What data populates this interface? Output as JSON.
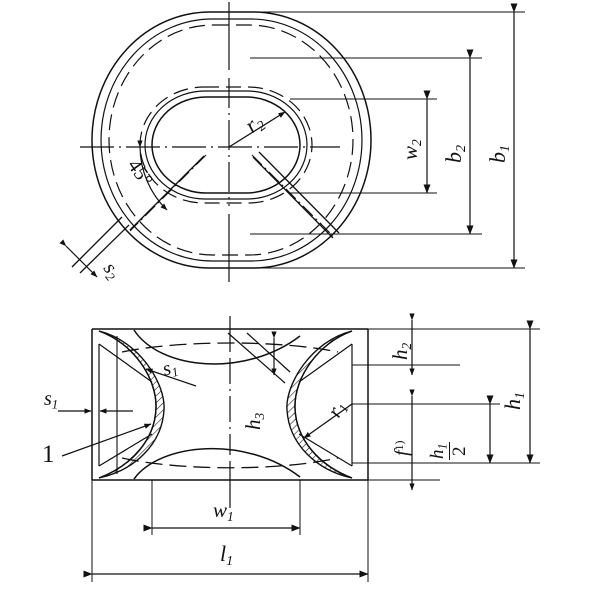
{
  "drawing": {
    "title": "Chain fairlead / thimble — technical dimension drawing",
    "background_color": "#ffffff",
    "line_color": "#111111",
    "views": [
      {
        "name": "top-view",
        "description": "plan view, stadium-shaped outer body with oval bore"
      },
      {
        "name": "section-view",
        "description": "front sectional view with hatched wall"
      }
    ]
  },
  "top_view": {
    "labels": {
      "r2": {
        "base": "r",
        "sub": "2"
      },
      "angle_45": "45°",
      "s2": {
        "base": "s",
        "sub": "2"
      },
      "w2": {
        "base": "w",
        "sub": "2"
      },
      "b2": {
        "base": "b",
        "sub": "2"
      },
      "b1": {
        "base": "b",
        "sub": "1"
      }
    }
  },
  "section_view": {
    "labels": {
      "s1_left": {
        "base": "s",
        "sub": "1"
      },
      "s1_leader": {
        "base": "s",
        "sub": "1"
      },
      "item_callout": "1",
      "h3": {
        "base": "h",
        "sub": "3"
      },
      "r1": {
        "base": "r",
        "sub": "1"
      },
      "h2": {
        "base": "h",
        "sub": "2"
      },
      "h1": {
        "base": "h",
        "sub": "1"
      },
      "f_note": {
        "base": "f",
        "sup": "1)"
      },
      "h1_half": {
        "numerator": "h",
        "numerator_sub": "1",
        "denominator": "2"
      },
      "w1": {
        "base": "w",
        "sub": "1"
      },
      "l1": {
        "base": "l",
        "sub": "1"
      }
    }
  }
}
